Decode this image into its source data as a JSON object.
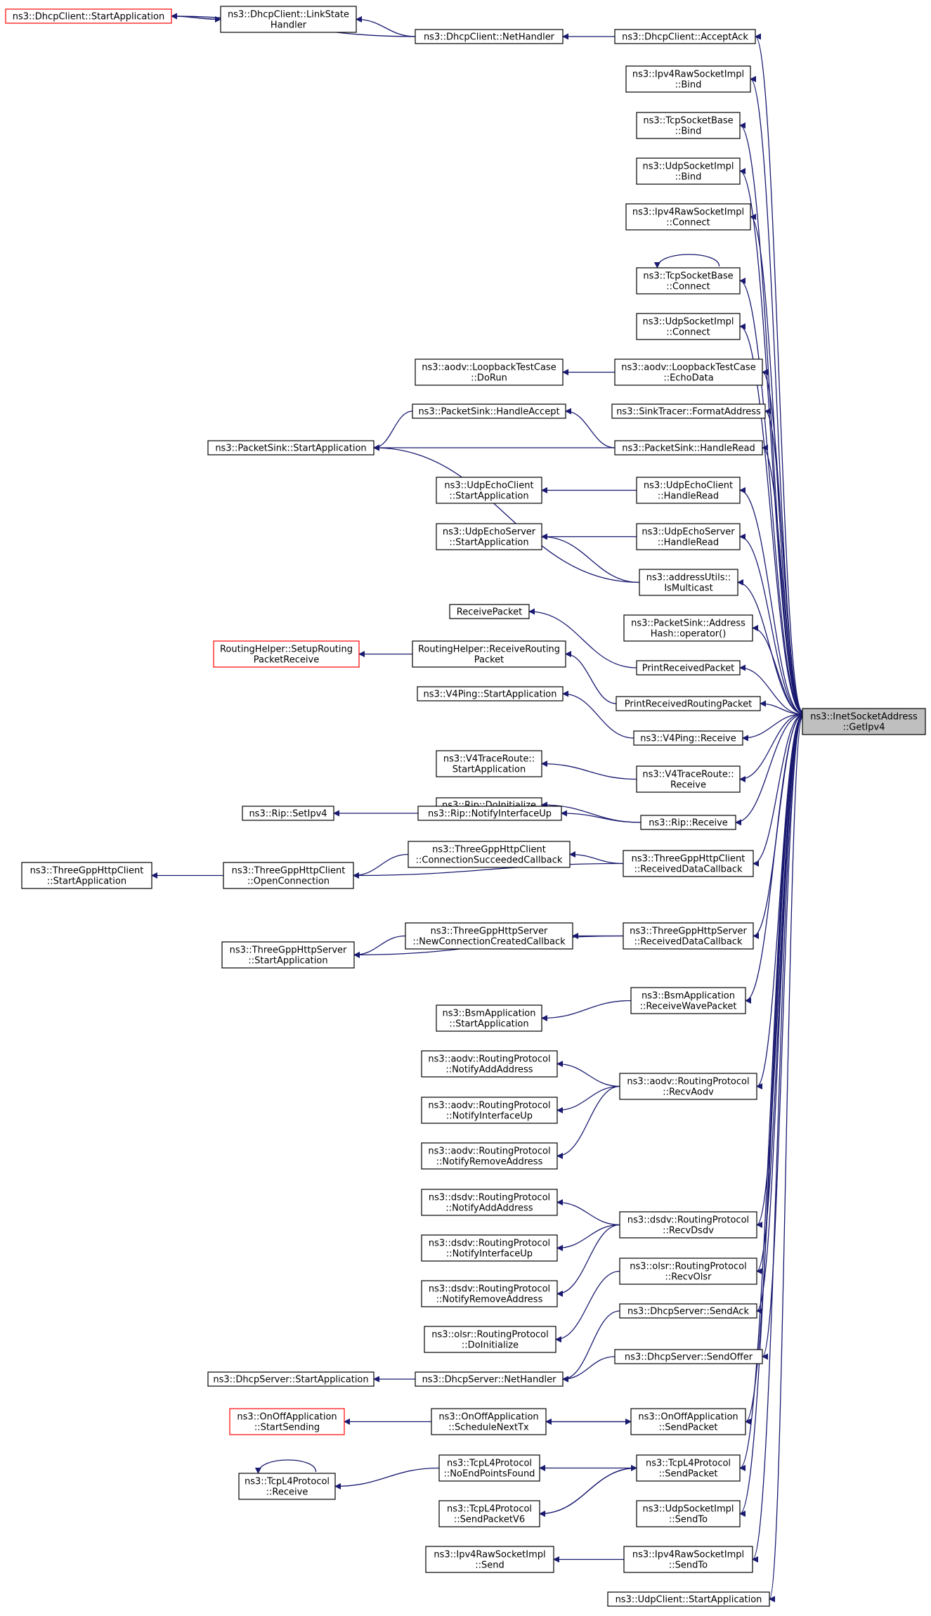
{
  "colors": {
    "edge": "#191970",
    "node_border": "#000000",
    "highlight_border": "#ff0000",
    "target_fill": "#bfbfbf",
    "background": "#ffffff"
  },
  "target": {
    "id": "ipv4",
    "lines": [
      "ns3::InetSocketAddress",
      "::GetIpv4"
    ]
  },
  "nodes": [
    {
      "id": "dhcp_client_start",
      "lines": [
        "ns3::DhcpClient::StartApplication"
      ],
      "red": true
    },
    {
      "id": "dhcp_client_ls",
      "lines": [
        "ns3::DhcpClient::LinkState",
        "Handler"
      ]
    },
    {
      "id": "dhcp_client_net",
      "lines": [
        "ns3::DhcpClient::NetHandler"
      ]
    },
    {
      "id": "dhcp_client_ack",
      "lines": [
        "ns3::DhcpClient::AcceptAck"
      ]
    },
    {
      "id": "ipv4raw_bind",
      "lines": [
        "ns3::Ipv4RawSocketImpl",
        "::Bind"
      ]
    },
    {
      "id": "tcp_bind",
      "lines": [
        "ns3::TcpSocketBase",
        "::Bind"
      ]
    },
    {
      "id": "udp_bind",
      "lines": [
        "ns3::UdpSocketImpl",
        "::Bind"
      ]
    },
    {
      "id": "ipv4raw_connect",
      "lines": [
        "ns3::Ipv4RawSocketImpl",
        "::Connect"
      ]
    },
    {
      "id": "tcp_connect",
      "lines": [
        "ns3::TcpSocketBase",
        "::Connect"
      ]
    },
    {
      "id": "udp_connect",
      "lines": [
        "ns3::UdpSocketImpl",
        "::Connect"
      ]
    },
    {
      "id": "aodv_lb_dorun",
      "lines": [
        "ns3::aodv::LoopbackTestCase",
        "::DoRun"
      ]
    },
    {
      "id": "aodv_lb_echo",
      "lines": [
        "ns3::aodv::LoopbackTestCase",
        "::EchoData"
      ]
    },
    {
      "id": "sinktracer",
      "lines": [
        "ns3::SinkTracer::FormatAddress"
      ]
    },
    {
      "id": "psink_accept",
      "lines": [
        "ns3::PacketSink::HandleAccept"
      ]
    },
    {
      "id": "psink_start",
      "lines": [
        "ns3::PacketSink::StartApplication"
      ]
    },
    {
      "id": "psink_read",
      "lines": [
        "ns3::PacketSink::HandleRead"
      ]
    },
    {
      "id": "udpecho_client_start",
      "lines": [
        "ns3::UdpEchoClient",
        "::StartApplication"
      ]
    },
    {
      "id": "udpecho_client_read",
      "lines": [
        "ns3::UdpEchoClient",
        "::HandleRead"
      ]
    },
    {
      "id": "udpecho_server_start",
      "lines": [
        "ns3::UdpEchoServer",
        "::StartApplication"
      ]
    },
    {
      "id": "udpecho_server_read",
      "lines": [
        "ns3::UdpEchoServer",
        "::HandleRead"
      ]
    },
    {
      "id": "addr_multicast",
      "lines": [
        "ns3::addressUtils::",
        "IsMulticast"
      ]
    },
    {
      "id": "psink_hash",
      "lines": [
        "ns3::PacketSink::Address",
        "Hash::operator()"
      ]
    },
    {
      "id": "receive_packet",
      "lines": [
        "ReceivePacket"
      ]
    },
    {
      "id": "print_received",
      "lines": [
        "PrintReceivedPacket"
      ]
    },
    {
      "id": "rh_setup",
      "lines": [
        "RoutingHelper::SetupRouting",
        "PacketReceive"
      ],
      "red": true
    },
    {
      "id": "rh_receive",
      "lines": [
        "RoutingHelper::ReceiveRouting",
        "Packet"
      ]
    },
    {
      "id": "print_routing",
      "lines": [
        "PrintReceivedRoutingPacket"
      ]
    },
    {
      "id": "v4ping_start",
      "lines": [
        "ns3::V4Ping::StartApplication"
      ]
    },
    {
      "id": "v4ping_receive",
      "lines": [
        "ns3::V4Ping::Receive"
      ]
    },
    {
      "id": "v4trace_start",
      "lines": [
        "ns3::V4TraceRoute::",
        "StartApplication"
      ]
    },
    {
      "id": "v4trace_receive",
      "lines": [
        "ns3::V4TraceRoute::",
        "Receive"
      ]
    },
    {
      "id": "rip_doinit",
      "lines": [
        "ns3::Rip::DoInitialize"
      ]
    },
    {
      "id": "rip_setipv4",
      "lines": [
        "ns3::Rip::SetIpv4"
      ]
    },
    {
      "id": "rip_notify",
      "lines": [
        "ns3::Rip::NotifyInterfaceUp"
      ]
    },
    {
      "id": "rip_receive",
      "lines": [
        "ns3::Rip::Receive"
      ]
    },
    {
      "id": "tgpp_client_start",
      "lines": [
        "ns3::ThreeGppHttpClient",
        "::StartApplication"
      ]
    },
    {
      "id": "tgpp_client_open",
      "lines": [
        "ns3::ThreeGppHttpClient",
        "::OpenConnection"
      ]
    },
    {
      "id": "tgpp_client_conn",
      "lines": [
        "ns3::ThreeGppHttpClient",
        "::ConnectionSucceededCallback"
      ]
    },
    {
      "id": "tgpp_client_recv",
      "lines": [
        "ns3::ThreeGppHttpClient",
        "::ReceivedDataCallback"
      ]
    },
    {
      "id": "tgpp_server_new",
      "lines": [
        "ns3::ThreeGppHttpServer",
        "::NewConnectionCreatedCallback"
      ]
    },
    {
      "id": "tgpp_server_start",
      "lines": [
        "ns3::ThreeGppHttpServer",
        "::StartApplication"
      ]
    },
    {
      "id": "tgpp_server_recv",
      "lines": [
        "ns3::ThreeGppHttpServer",
        "::ReceivedDataCallback"
      ]
    },
    {
      "id": "bsm_start",
      "lines": [
        "ns3::BsmApplication",
        "::StartApplication"
      ]
    },
    {
      "id": "bsm_receive",
      "lines": [
        "ns3::BsmApplication",
        "::ReceiveWavePacket"
      ]
    },
    {
      "id": "aodv_add",
      "lines": [
        "ns3::aodv::RoutingProtocol",
        "::NotifyAddAddress"
      ]
    },
    {
      "id": "aodv_up",
      "lines": [
        "ns3::aodv::RoutingProtocol",
        "::NotifyInterfaceUp"
      ]
    },
    {
      "id": "aodv_remove",
      "lines": [
        "ns3::aodv::RoutingProtocol",
        "::NotifyRemoveAddress"
      ]
    },
    {
      "id": "aodv_recv",
      "lines": [
        "ns3::aodv::RoutingProtocol",
        "::RecvAodv"
      ]
    },
    {
      "id": "dsdv_add",
      "lines": [
        "ns3::dsdv::RoutingProtocol",
        "::NotifyAddAddress"
      ]
    },
    {
      "id": "dsdv_up",
      "lines": [
        "ns3::dsdv::RoutingProtocol",
        "::NotifyInterfaceUp"
      ]
    },
    {
      "id": "dsdv_remove",
      "lines": [
        "ns3::dsdv::RoutingProtocol",
        "::NotifyRemoveAddress"
      ]
    },
    {
      "id": "dsdv_recv",
      "lines": [
        "ns3::dsdv::RoutingProtocol",
        "::RecvDsdv"
      ]
    },
    {
      "id": "olsr_recv",
      "lines": [
        "ns3::olsr::RoutingProtocol",
        "::RecvOlsr"
      ]
    },
    {
      "id": "olsr_doinit",
      "lines": [
        "ns3::olsr::RoutingProtocol",
        "::DoInitialize"
      ]
    },
    {
      "id": "dhcps_ack",
      "lines": [
        "ns3::DhcpServer::SendAck"
      ]
    },
    {
      "id": "dhcps_start",
      "lines": [
        "ns3::DhcpServer::StartApplication"
      ]
    },
    {
      "id": "dhcps_net",
      "lines": [
        "ns3::DhcpServer::NetHandler"
      ]
    },
    {
      "id": "dhcps_offer",
      "lines": [
        "ns3::DhcpServer::SendOffer"
      ]
    },
    {
      "id": "onoff_start",
      "lines": [
        "ns3::OnOffApplication",
        "::StartSending"
      ],
      "red": true
    },
    {
      "id": "onoff_sched",
      "lines": [
        "ns3::OnOffApplication",
        "::ScheduleNextTx"
      ]
    },
    {
      "id": "onoff_send",
      "lines": [
        "ns3::OnOffApplication",
        "::SendPacket"
      ]
    },
    {
      "id": "tcpl4_receive",
      "lines": [
        "ns3::TcpL4Protocol",
        "::Receive"
      ]
    },
    {
      "id": "tcpl4_noend",
      "lines": [
        "ns3::TcpL4Protocol",
        "::NoEndPointsFound"
      ]
    },
    {
      "id": "tcpl4_send",
      "lines": [
        "ns3::TcpL4Protocol",
        "::SendPacket"
      ]
    },
    {
      "id": "tcpl4_sendv6",
      "lines": [
        "ns3::TcpL4Protocol",
        "::SendPacketV6"
      ]
    },
    {
      "id": "udp_sendto",
      "lines": [
        "ns3::UdpSocketImpl",
        "::SendTo"
      ]
    },
    {
      "id": "ipv4raw_send",
      "lines": [
        "ns3::Ipv4RawSocketImpl",
        "::Send"
      ]
    },
    {
      "id": "ipv4raw_sendto",
      "lines": [
        "ns3::Ipv4RawSocketImpl",
        "::SendTo"
      ]
    },
    {
      "id": "udpclient_start",
      "lines": [
        "ns3::UdpClient::StartApplication"
      ]
    }
  ],
  "edges": [
    [
      "dhcp_client_ack",
      "ipv4"
    ],
    [
      "ipv4raw_bind",
      "ipv4"
    ],
    [
      "tcp_bind",
      "ipv4"
    ],
    [
      "udp_bind",
      "ipv4"
    ],
    [
      "ipv4raw_connect",
      "ipv4"
    ],
    [
      "tcp_connect",
      "ipv4"
    ],
    [
      "udp_connect",
      "ipv4"
    ],
    [
      "aodv_lb_echo",
      "ipv4"
    ],
    [
      "sinktracer",
      "ipv4"
    ],
    [
      "psink_read",
      "ipv4"
    ],
    [
      "udpecho_client_read",
      "ipv4"
    ],
    [
      "udpecho_server_read",
      "ipv4"
    ],
    [
      "addr_multicast",
      "ipv4"
    ],
    [
      "psink_hash",
      "ipv4"
    ],
    [
      "print_received",
      "ipv4"
    ],
    [
      "print_routing",
      "ipv4"
    ],
    [
      "v4ping_receive",
      "ipv4"
    ],
    [
      "v4trace_receive",
      "ipv4"
    ],
    [
      "rip_receive",
      "ipv4"
    ],
    [
      "tgpp_client_recv",
      "ipv4"
    ],
    [
      "tgpp_server_recv",
      "ipv4"
    ],
    [
      "bsm_receive",
      "ipv4"
    ],
    [
      "aodv_recv",
      "ipv4"
    ],
    [
      "dsdv_recv",
      "ipv4"
    ],
    [
      "olsr_recv",
      "ipv4"
    ],
    [
      "dhcps_ack",
      "ipv4"
    ],
    [
      "dhcps_offer",
      "ipv4"
    ],
    [
      "onoff_send",
      "ipv4"
    ],
    [
      "tcpl4_send",
      "ipv4"
    ],
    [
      "udp_sendto",
      "ipv4"
    ],
    [
      "ipv4raw_sendto",
      "ipv4"
    ],
    [
      "udpclient_start",
      "ipv4"
    ],
    [
      "dhcp_client_net",
      "dhcp_client_ack"
    ],
    [
      "dhcp_client_ls",
      "dhcp_client_net"
    ],
    [
      "dhcp_client_start",
      "dhcp_client_net"
    ],
    [
      "dhcp_client_start",
      "dhcp_client_ls"
    ],
    [
      "dhcp_client_ls",
      "dhcp_client_start"
    ],
    [
      "tcp_connect",
      "tcp_connect"
    ],
    [
      "aodv_lb_dorun",
      "aodv_lb_echo"
    ],
    [
      "psink_start",
      "psink_accept"
    ],
    [
      "psink_accept",
      "psink_read"
    ],
    [
      "psink_start",
      "psink_read"
    ],
    [
      "psink_start",
      "addr_multicast"
    ],
    [
      "udpecho_client_start",
      "udpecho_client_read"
    ],
    [
      "udpecho_server_start",
      "udpecho_server_read"
    ],
    [
      "udpecho_server_start",
      "addr_multicast"
    ],
    [
      "receive_packet",
      "print_received"
    ],
    [
      "rh_setup",
      "rh_receive"
    ],
    [
      "rh_receive",
      "print_routing"
    ],
    [
      "v4ping_start",
      "v4ping_receive"
    ],
    [
      "v4trace_start",
      "v4trace_receive"
    ],
    [
      "rip_doinit",
      "rip_receive"
    ],
    [
      "rip_setipv4",
      "rip_notify"
    ],
    [
      "rip_notify",
      "rip_receive"
    ],
    [
      "tgpp_client_start",
      "tgpp_client_open"
    ],
    [
      "tgpp_client_open",
      "tgpp_client_conn"
    ],
    [
      "tgpp_client_conn",
      "tgpp_client_recv"
    ],
    [
      "tgpp_client_open",
      "tgpp_client_recv"
    ],
    [
      "tgpp_server_start",
      "tgpp_server_new"
    ],
    [
      "tgpp_server_new",
      "tgpp_server_recv"
    ],
    [
      "tgpp_server_start",
      "tgpp_server_recv"
    ],
    [
      "bsm_start",
      "bsm_receive"
    ],
    [
      "aodv_add",
      "aodv_recv"
    ],
    [
      "aodv_up",
      "aodv_recv"
    ],
    [
      "aodv_remove",
      "aodv_recv"
    ],
    [
      "dsdv_add",
      "dsdv_recv"
    ],
    [
      "dsdv_up",
      "dsdv_recv"
    ],
    [
      "dsdv_remove",
      "dsdv_recv"
    ],
    [
      "olsr_doinit",
      "olsr_recv"
    ],
    [
      "dhcps_start",
      "dhcps_net"
    ],
    [
      "dhcps_net",
      "dhcps_ack"
    ],
    [
      "dhcps_net",
      "dhcps_offer"
    ],
    [
      "onoff_start",
      "onoff_sched"
    ],
    [
      "onoff_sched",
      "onoff_send"
    ],
    [
      "onoff_send",
      "onoff_sched"
    ],
    [
      "tcpl4_receive",
      "tcpl4_receive"
    ],
    [
      "tcpl4_receive",
      "tcpl4_noend"
    ],
    [
      "tcpl4_noend",
      "tcpl4_send"
    ],
    [
      "tcpl4_sendv6",
      "tcpl4_send"
    ],
    [
      "tcpl4_send",
      "tcpl4_sendv6"
    ],
    [
      "ipv4raw_send",
      "ipv4raw_sendto"
    ]
  ]
}
